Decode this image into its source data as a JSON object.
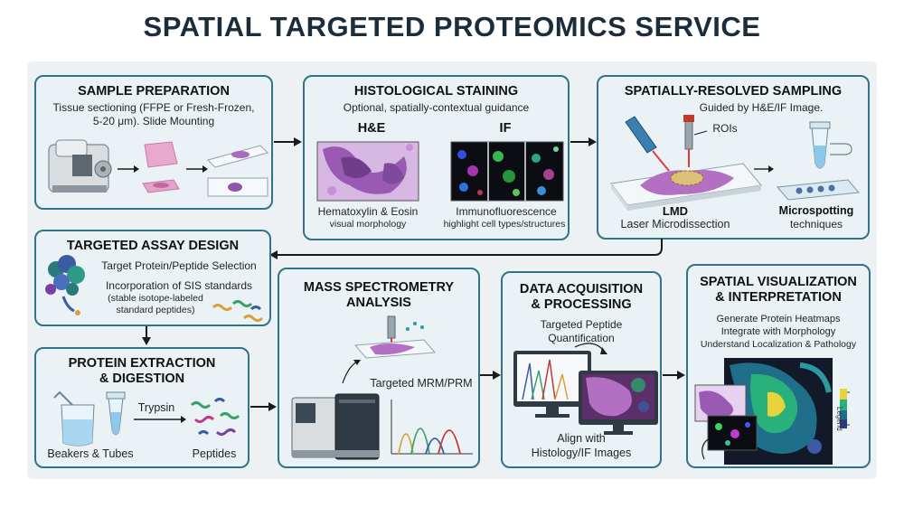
{
  "title": "SPATIAL TARGETED PROTEOMICS SERVICE",
  "panels": {
    "sample_prep": {
      "title": "SAMPLE PREPARATION",
      "desc_1": "Tissue sectioning (FFPE or Fresh-Frozen,",
      "desc_2": "5-20 μm). Slide Mounting"
    },
    "staining": {
      "title": "HISTOLOGICAL STAINING",
      "subtitle": "Optional, spatially-contextual guidance",
      "he_label": "H&E",
      "if_label": "IF",
      "he_caption_1": "Hematoxylin & Eosin",
      "he_caption_2": "visual morphology",
      "if_caption_1": "Immunofluorescence",
      "if_caption_2": "highlight cell types/structures"
    },
    "sampling": {
      "title": "SPATIALLY-RESOLVED SAMPLING",
      "subtitle": "Guided by H&E/IF Image.",
      "rois_label": "ROIs",
      "lmd_title": "LMD",
      "lmd_desc": "Laser Microdissection",
      "micro_title": "Microspotting",
      "micro_desc": "techniques"
    },
    "assay": {
      "title": "TARGETED ASSAY DESIGN",
      "line_1": "Target Protein/Peptide Selection",
      "line_2": "Incorporation of SIS standards",
      "line_3": "(stable isotope-labeled",
      "line_4": "standard peptides)"
    },
    "extraction": {
      "title_1": "PROTEIN EXTRACTION",
      "title_2": "& DIGESTION",
      "trypsin": "Trypsin",
      "beakers": "Beakers & Tubes",
      "peptides": "Peptides"
    },
    "ms": {
      "title_1": "MASS SPECTROMETRY",
      "title_2": "ANALYSIS",
      "method": "Targeted MRM/PRM"
    },
    "data": {
      "title_1": "DATA ACQUISITION",
      "title_2": "& PROCESSING",
      "line_1": "Targeted Peptide",
      "line_2": "Quantification",
      "align_1": "Align with",
      "align_2": "Histology/IF Images"
    },
    "viz": {
      "title_1": "SPATIAL VISUALIZATION",
      "title_2": "& INTERPRETATION",
      "line_1": "Generate Protein Heatmaps",
      "line_2": "Integrate with Morphology",
      "line_3": "Understand Localization & Pathology",
      "legend_label": "Legend"
    }
  },
  "colors": {
    "panel_border": "#2f7489",
    "panel_fill": "#eaf2f6",
    "tissue_purple": "#b36fc2",
    "arrow": "#1a1a1a"
  }
}
